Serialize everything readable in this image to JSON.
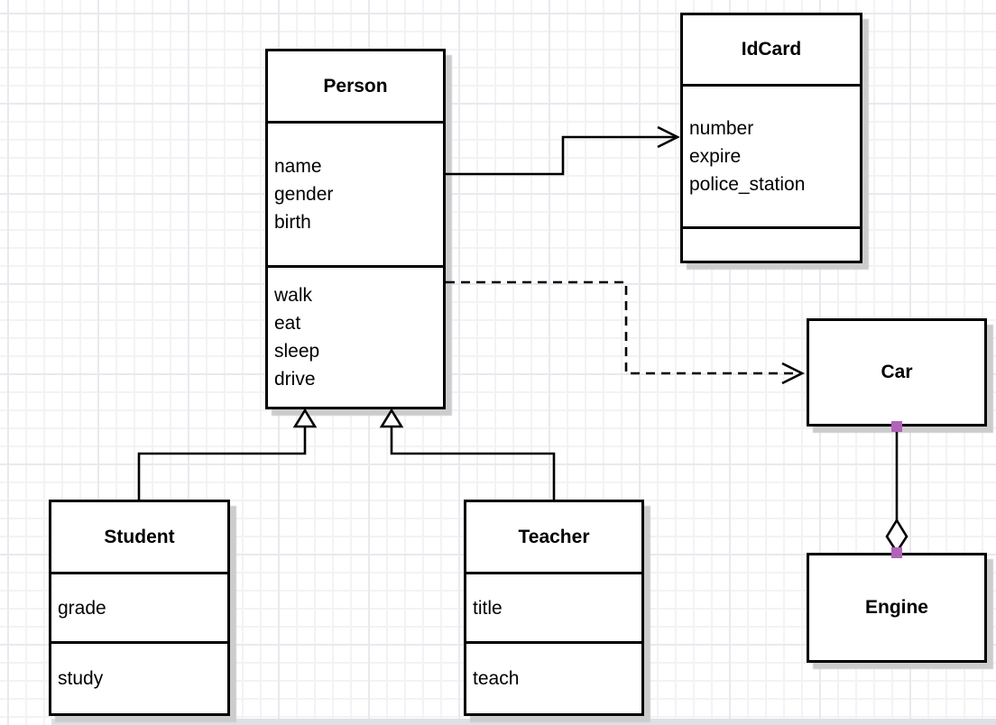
{
  "diagram": {
    "classes": {
      "person": {
        "title": "Person",
        "attributes": [
          "name",
          "gender",
          "birth"
        ],
        "methods": [
          "walk",
          "eat",
          "sleep",
          "drive"
        ]
      },
      "idcard": {
        "title": "IdCard",
        "attributes": [
          "number",
          "expire",
          "police_station"
        ],
        "methods": []
      },
      "car": {
        "title": "Car"
      },
      "engine": {
        "title": "Engine"
      },
      "student": {
        "title": "Student",
        "attributes": [
          "grade"
        ],
        "methods": [
          "study"
        ]
      },
      "teacher": {
        "title": "Teacher",
        "attributes": [
          "title"
        ],
        "methods": [
          "teach"
        ]
      }
    },
    "relationships": [
      {
        "from": "Person",
        "to": "IdCard",
        "type": "association",
        "line": "solid",
        "arrow": "open-arrow"
      },
      {
        "from": "Person",
        "to": "Car",
        "type": "dependency",
        "line": "dashed",
        "arrow": "open-arrow"
      },
      {
        "from": "Student",
        "to": "Person",
        "type": "generalization",
        "line": "solid",
        "arrow": "hollow-triangle"
      },
      {
        "from": "Teacher",
        "to": "Person",
        "type": "generalization",
        "line": "solid",
        "arrow": "hollow-triangle"
      },
      {
        "from": "Car",
        "to": "Engine",
        "type": "aggregation",
        "line": "solid",
        "arrow": "hollow-diamond"
      }
    ],
    "colors": {
      "stroke": "#000000",
      "node_fill": "#ffffff",
      "shadow": "#cccccc",
      "grid": "#f3f3f6",
      "endpoint_handle": "#b163b8"
    }
  }
}
